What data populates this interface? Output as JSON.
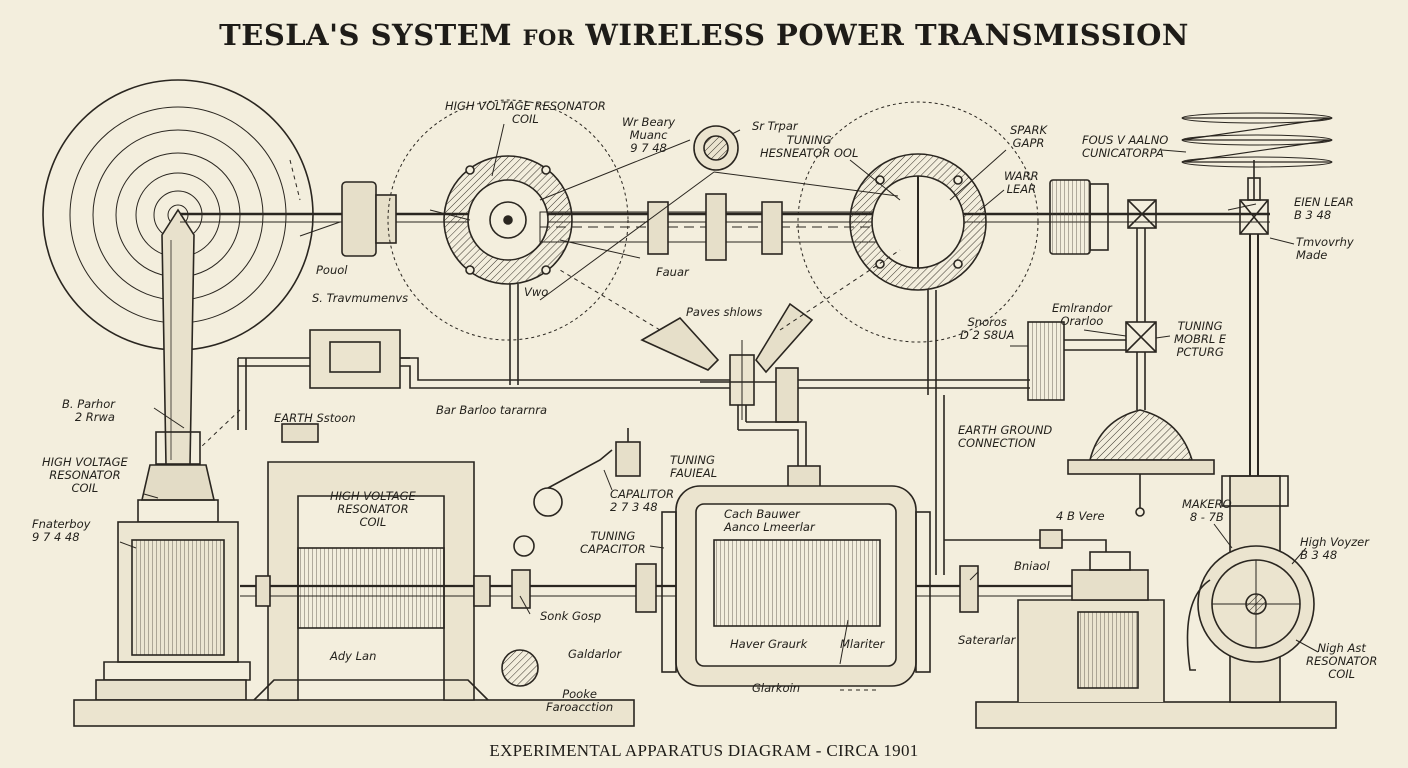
{
  "title": {
    "part1": "TESLA'S SYSTEM",
    "part2": "FOR",
    "part3": "WIRELESS POWER TRANSMISSION"
  },
  "caption": "EXPERIMENTAL APPARATUS DIAGRAM - CIRCA 1901",
  "labels": {
    "hv_coil_top": "HIGH VOLTAGE RESONATOR\nCOIL",
    "wr_beary": "Wr Beary\nMuanc\n9 7 48",
    "sr_trpar": "Sr Trpar",
    "tuning_resonator": "TUNING\nHESNEATOR OOL",
    "spark_gap": "SPARK\nGAPR",
    "warr_lear": "WARR\nLEAR",
    "fous_capacitor": "FOUS V AALNO\nCUNICATORPA",
    "eien_lear": "EIEN LEAR\nB 3 48",
    "timvory_mode": "Tmvovrhy\nMade",
    "pouol": "Pouol",
    "vwo": "Vwo",
    "fauar": "Fauar",
    "s_tramvens": "S. Travmumenvs",
    "pavos_strows": "Paves shlows",
    "b_parhor": "B. Parhor\n2 Rrwa",
    "earth_sstoon": "EARTH Sstoon",
    "bar_berloo": "Bar Barloo tararnra",
    "enlrandor": "Emlrandor\nOrarloo",
    "sncros": "Snoros\nD 2 S8UA",
    "tuning_mobe": "TUNING\nMOBRL E\nPCTURG",
    "hv_coil_left": "HIGH VOLTAGE\nRESONATOR\nCOIL",
    "earth_ground": "EARTH GROUND\nCONNECTION",
    "fnaterboy": "Fnaterboy\n9 7 4 48",
    "hv_coil_center": "HIGH VOLTAGE\nRESONATOR\nCOIL",
    "tuning_fauieal": "TUNING\nFAUIEAL",
    "capacitor": "CAPALITOR\n2 7 3 48",
    "tuning_capacitor": "TUNING\nCAPACITOR",
    "cach_bauwer": "Cach Bauwer\nAanco Lmeerlar",
    "eb_vere": "4 B Vere",
    "makero": "MAKERO\n8 - 7B",
    "high_voyzer": "High Voyzer\nB 3 48",
    "bniaol": "Bniaol",
    "sonk_gosp": "Sonk Gosp",
    "saterarlar": "Saterarlar",
    "ady_lan": "Ady Lan",
    "galdarlor": "Galdarlor",
    "haver_graurk": "Haver Graurk",
    "mlaritor": "Mlariter",
    "nigh_ast": "Nigh Ast\nRESONATOR\nCOIL",
    "pooke": "Pooke\nFaroacction",
    "glarkoin": "Glarkoin"
  }
}
